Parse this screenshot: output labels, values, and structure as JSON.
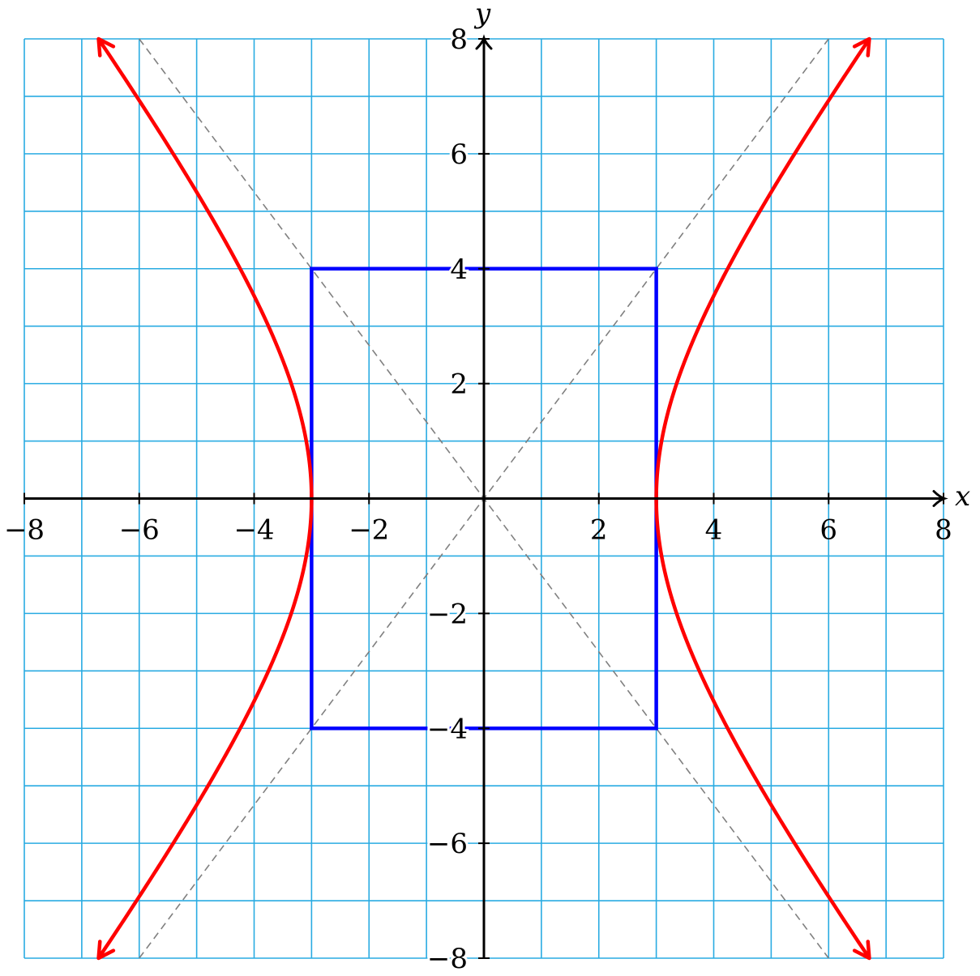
{
  "chart_data": {
    "type": "line",
    "title": "",
    "xlabel": "x",
    "ylabel": "y",
    "xlim": [
      -8,
      8
    ],
    "ylim": [
      -8,
      8
    ],
    "grid": true,
    "grid_step": 1,
    "x_ticks": [
      -8,
      -6,
      -4,
      -2,
      2,
      4,
      6,
      8
    ],
    "y_ticks": [
      -8,
      -6,
      -4,
      -2,
      2,
      4,
      6,
      8
    ],
    "x_tick_labels": [
      "−8",
      "−6",
      "−4",
      "−2",
      "2",
      "4",
      "6",
      "8"
    ],
    "y_tick_labels": [
      "−8",
      "−6",
      "−4",
      "−2",
      "2",
      "4",
      "6",
      "8"
    ],
    "hyperbola": {
      "a": 3,
      "b": 4,
      "orientation": "horizontal",
      "center": [
        0,
        0
      ],
      "y_range": [
        -8,
        8
      ],
      "arrow_ends": true
    },
    "asymptotes": [
      {
        "slope": 1.3333,
        "intercept": 0,
        "x_range": [
          -6,
          6
        ],
        "style": "dashed"
      },
      {
        "slope": -1.3333,
        "intercept": 0,
        "x_range": [
          -6,
          6
        ],
        "style": "dashed"
      }
    ],
    "rectangle": {
      "x": [
        -3,
        3
      ],
      "y": [
        -4,
        4
      ]
    }
  },
  "colors": {
    "grid": "#29abe2",
    "axes": "#000000",
    "curve": "#ff0000",
    "rectangle": "#0000ff",
    "asymptote": "#808080",
    "background": "#ffffff"
  }
}
